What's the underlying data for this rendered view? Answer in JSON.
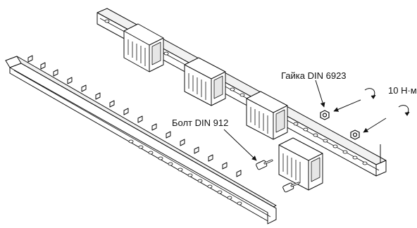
{
  "labels": {
    "nut": "Гайка DIN 6923",
    "torque": "10 Н·м",
    "bolt": "Болт DIN 912"
  },
  "colors": {
    "line": "#111111",
    "fill": "#ffffff",
    "shade": "#e6e6e6"
  },
  "icons": {
    "rotation_arrow": "curved-arrow-icon",
    "nut": "hex-nut-icon",
    "bolt": "socket-head-bolt-icon"
  }
}
